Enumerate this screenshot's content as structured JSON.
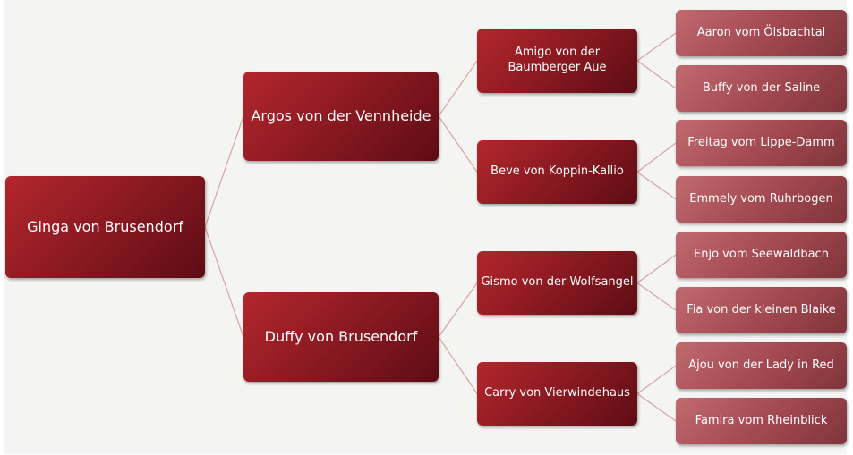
{
  "pedigree": {
    "root": {
      "name": "Ginga von Brusendorf"
    },
    "parents": [
      {
        "name": "Argos von der Vennheide"
      },
      {
        "name": "Duffy von Brusendorf"
      }
    ],
    "grandparents": [
      {
        "name": "Amigo von der Baumberger Aue"
      },
      {
        "name": "Beve von Koppin-Kallio"
      },
      {
        "name": "Gismo von der Wolfsangel"
      },
      {
        "name": "Carry von Vierwindehaus"
      }
    ],
    "great_grandparents": [
      {
        "name": "Aaron vom Ölsbachtal"
      },
      {
        "name": "Buffy von der Saline"
      },
      {
        "name": "Freitag vom Lippe-Damm"
      },
      {
        "name": "Emmely vom Ruhrbogen"
      },
      {
        "name": "Enjo vom Seewaldbach"
      },
      {
        "name": "Fia von der kleinen Blaike"
      },
      {
        "name": "Ajou von der Lady in Red"
      },
      {
        "name": "Famira vom Rheinblick"
      }
    ]
  },
  "colors": {
    "node_dark": "#8e1a22",
    "node_light": "#a54a52",
    "connector": "#d9a3a6",
    "background": "#f4f4f2"
  }
}
